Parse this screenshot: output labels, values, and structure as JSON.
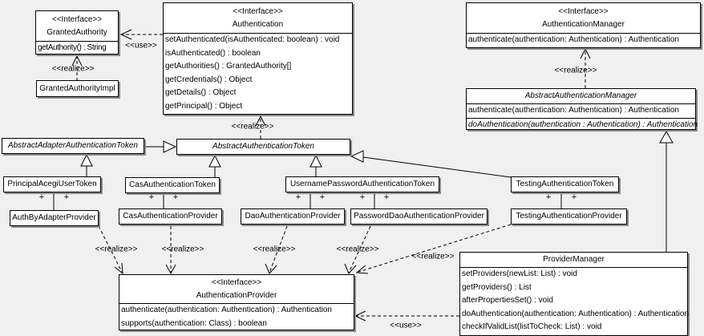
{
  "diagram": {
    "colors": {
      "background": "#f0f0f0",
      "box_fill": "#ffffff",
      "line": "#000000",
      "shadow": "#8a8a8a"
    },
    "labels": {
      "use": "<<use>>",
      "realize": "<<realize>>",
      "plus": "+",
      "interface_stereotype": "<<Interface>>"
    },
    "classes": {
      "granted_authority": {
        "stereotype": "<<Interface>>",
        "name": "GrantedAuthority",
        "methods": [
          "getAuthority() : String"
        ]
      },
      "granted_authority_impl": {
        "name": "GrantedAuthorityImpl"
      },
      "authentication": {
        "stereotype": "<<Interface>>",
        "name": "Authentication",
        "methods": [
          "setAuthenticated(isAuthenticated: boolean) : void",
          "isAuthenticated() : boolean",
          "getAuthorities() : GrantedAuthority[]",
          "getCredentials() : Object",
          "getDetails() : Object",
          "getPrincipal() : Object"
        ]
      },
      "authentication_manager": {
        "stereotype": "<<Interface>>",
        "name": "AuthenticationManager",
        "methods": [
          "authenticate(authentication: Authentication) : Authentication"
        ]
      },
      "abstract_authentication_manager": {
        "name": "AbstractAuthenticationManager",
        "methods": [
          "authenticate(authentication: Authentication) : Authentication",
          "doAuthentication(authentication : Authentication) : Authentication"
        ]
      },
      "abstract_adapter_authentication_token": {
        "name": "AbstractAdapterAuthenticationToken"
      },
      "abstract_authentication_token": {
        "name": "AbstractAuthenticationToken"
      },
      "principal_acegi_user_token": {
        "name": "PrincipalAcegiUserToken"
      },
      "cas_authentication_token": {
        "name": "CasAuthenticationToken"
      },
      "username_password_authentication_token": {
        "name": "UsernamePasswordAuthenticationToken"
      },
      "testing_authentication_token": {
        "name": "TestingAuthenticationToken"
      },
      "auth_by_adapter_provider": {
        "name": "AuthByAdapterProvider"
      },
      "cas_authentication_provider": {
        "name": "CasAuthenticationProvider"
      },
      "dao_authentication_provider": {
        "name": "DaoAuthenticationProvider"
      },
      "password_dao_authentication_provider": {
        "name": "PasswordDaoAuthenticationProvider"
      },
      "testing_authentication_provider": {
        "name": "TestingAuthenticationProvider"
      },
      "authentication_provider": {
        "stereotype": "<<Interface>>",
        "name": "AuthenticationProvider",
        "methods": [
          "authenticate(authentication: Authentication) : Authentication",
          "supports(authentication: Class) : boolean"
        ]
      },
      "provider_manager": {
        "name": "ProviderManager",
        "methods": [
          "setProviders(newList: List) : void",
          "getProviders() : List",
          "afterPropertiesSet() : void",
          "doAuthentication(authentication: Authentication) : Authentication",
          "checkIfValidList(listToCheck: List) : void"
        ]
      }
    }
  }
}
